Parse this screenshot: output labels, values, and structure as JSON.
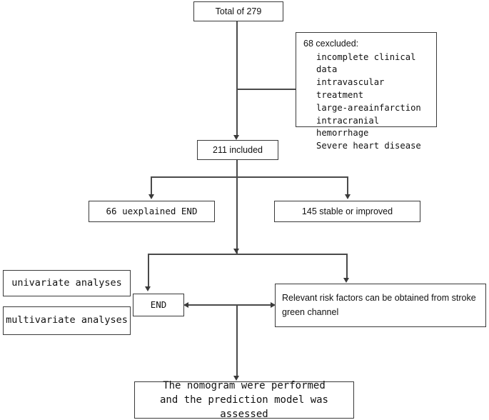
{
  "diagram": {
    "title": "Study flow diagram",
    "type": "flowchart",
    "line_color": "#4a4a4a",
    "border_color": "#3a3a3a",
    "background": "#ffffff"
  },
  "nodes": {
    "total": {
      "label": "Total of 279"
    },
    "excluded": {
      "header": "68 cexcluded:",
      "reasons": [
        "incomplete clinical data",
        "intravascular treatment",
        "large-areainfarction",
        "intracranial hemorrhage",
        "Severe heart disease"
      ]
    },
    "included": {
      "label": "211 included"
    },
    "unexplained": {
      "label": "66 uexplained END"
    },
    "stable": {
      "label": "145 stable or improved"
    },
    "univariate": {
      "label": "univariate analyses"
    },
    "multivariate": {
      "label": "multivariate analyses"
    },
    "end": {
      "label": "END"
    },
    "riskfactors": {
      "line1": "Relevant risk factors can be obtained from stroke",
      "line2": "green channel"
    },
    "nomogram": {
      "line1": "The nomogram  were performed",
      "line2": "and the prediction model was assessed"
    }
  }
}
